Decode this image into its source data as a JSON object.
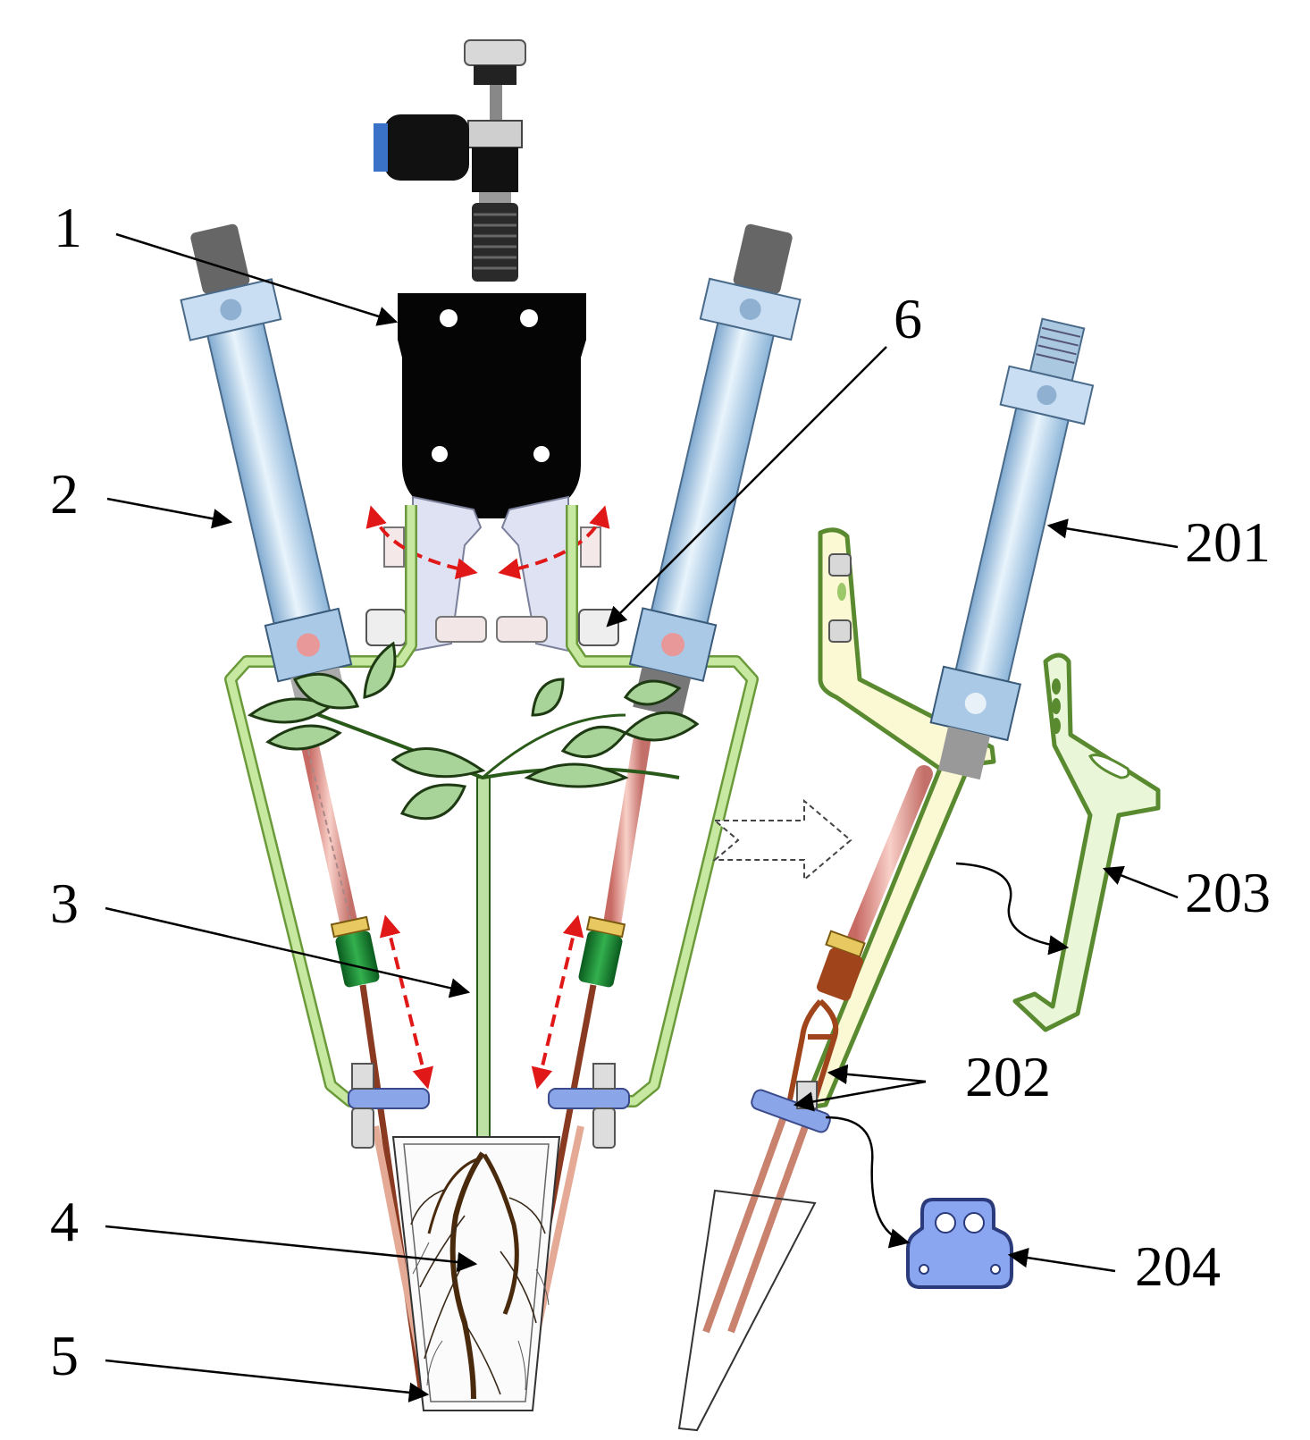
{
  "labels": {
    "n1": "1",
    "n2": "2",
    "n3": "3",
    "n4": "4",
    "n5": "5",
    "n6": "6",
    "n201": "201",
    "n202": "202",
    "n203": "203",
    "n204": "204"
  },
  "colors": {
    "frame": "#b8dc8c",
    "frame_edge": "#6a9a3a",
    "cylinder": "#a9cdea",
    "gripper": "#000000",
    "leaf": "#a8d49a",
    "rod": "#e8a8a0",
    "root": "#5a3310",
    "arrow": "#e01818",
    "washer": "#8aa6e8"
  }
}
